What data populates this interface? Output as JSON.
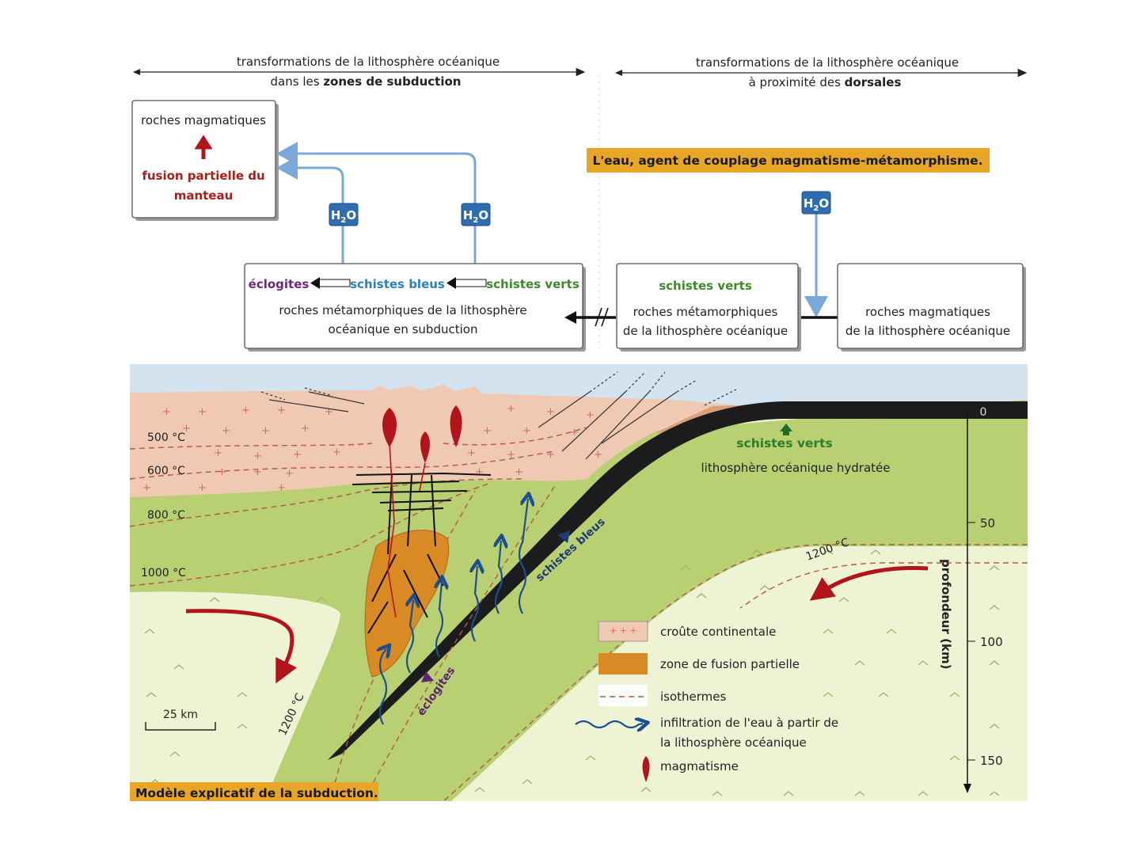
{
  "header_left": {
    "line1": "transformations de la lithosphère océanique",
    "line2_prefix": "dans les ",
    "line2_bold": "zones de subduction"
  },
  "header_right": {
    "line1": "transformations de la lithosphère océanique",
    "line2_prefix": "à proximité des ",
    "line2_bold": "dorsales"
  },
  "box_magmatic_left": {
    "title": "roches magmatiques",
    "line1": "fusion partielle du",
    "line2": "manteau"
  },
  "h2o_label": "H",
  "h2o_sub": "2",
  "h2o_suffix": "O",
  "box_subduction": {
    "eclogites": "éclogites",
    "schistes_bleus": "schistes bleus",
    "schistes_verts": "schistes verts",
    "line1": "roches métamorphiques de la lithosphère",
    "line2": "océanique en subduction"
  },
  "box_ridge_meta": {
    "title": "schistes verts",
    "line1": "roches métamorphiques",
    "line2": "de la lithosphère océanique"
  },
  "box_ridge_magma": {
    "line1": "roches magmatiques",
    "line2": "de la lithosphère océanique"
  },
  "banner_top": "L'eau, agent de couplage magmatisme-métamorphisme.",
  "banner_bottom": "Modèle explicatif de la subduction.",
  "section": {
    "isotherms": [
      "500 °C",
      "600 °C",
      "800 °C",
      "1000 °C",
      "1200 °C",
      "1200 °C"
    ],
    "schistes_verts": "schistes verts",
    "lithosphere_label": "lithosphère océanique hydratée",
    "schistes_bleus": "schistes bleus",
    "eclogites": "éclogites",
    "scale": "25 km",
    "depth_axis": {
      "label": "profondeur (km)",
      "ticks": [
        "0",
        "50",
        "100",
        "150"
      ]
    }
  },
  "legend": [
    {
      "label": "croûte continentale"
    },
    {
      "label": "zone de fusion partielle"
    },
    {
      "label": "isothermes"
    },
    {
      "label": "infiltration de l'eau à partir de",
      "label2": "la lithosphère océanique"
    },
    {
      "label": "magmatisme"
    }
  ],
  "colors": {
    "crust": "#efc9b2",
    "lithosphere": "#b8cf72",
    "mantle": "#eef3d4",
    "fusion": "#d98a24",
    "water": "#1d4f8f",
    "magma": "#b3141b",
    "banner": "#e8a628",
    "h2o": "#2f6db0"
  }
}
